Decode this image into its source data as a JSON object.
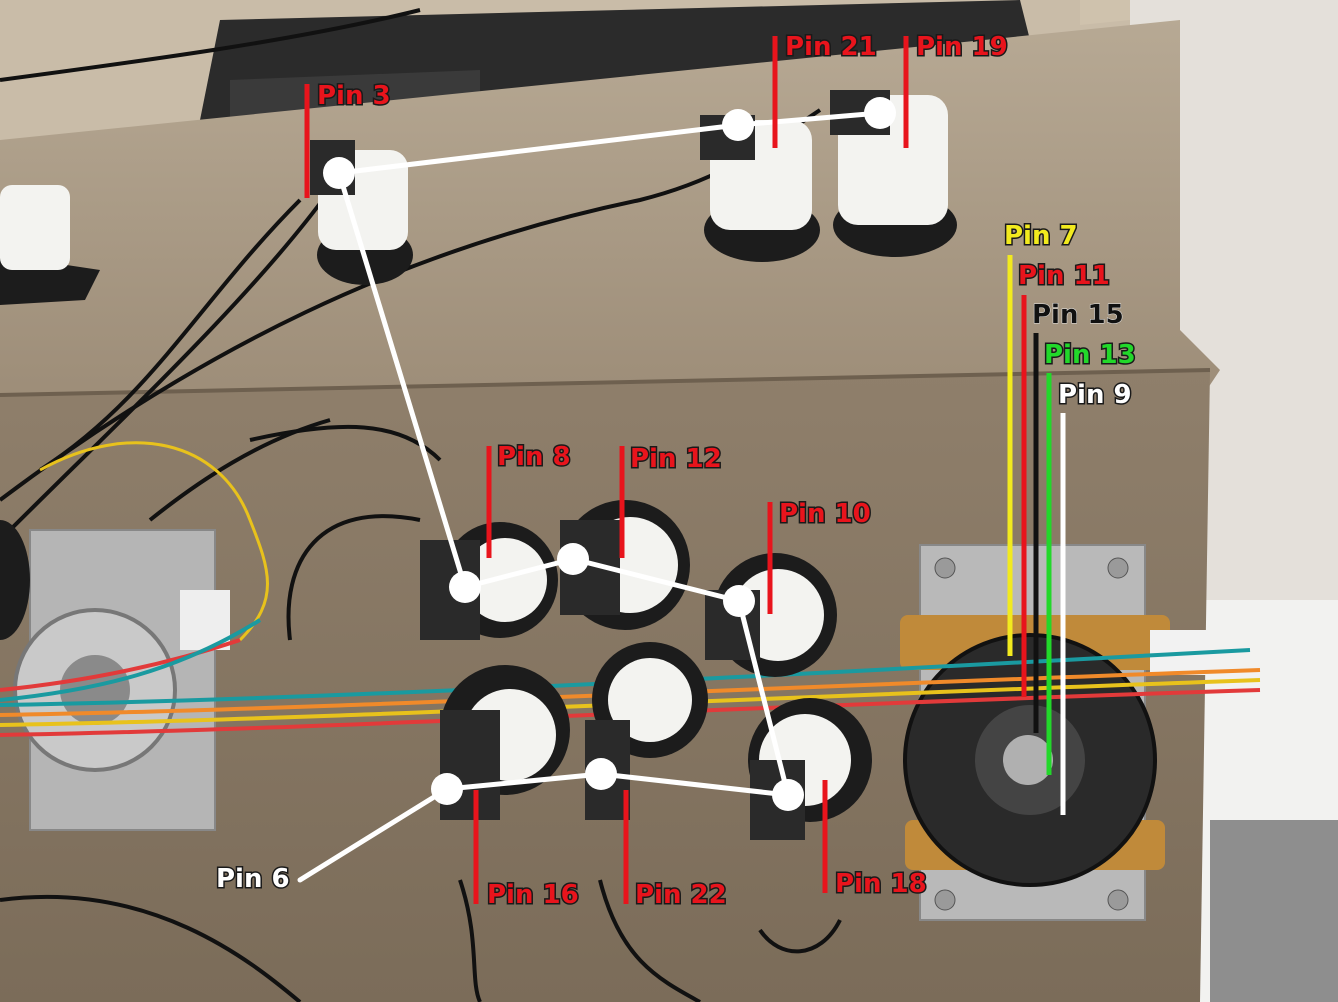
{
  "photo": {
    "subject": "arcade control panel wiring with buttons and joystick",
    "colors": {
      "wood_top": "#a59682",
      "wood_panel": "#8a7a66",
      "wire_white": "#ffffff",
      "marker_red": "#e8141c",
      "marker_yellow": "#f2ea1e",
      "marker_black": "#111111",
      "marker_green": "#22d82a",
      "marker_white": "#ffffff"
    }
  },
  "pins": {
    "pin3": "Pin 3",
    "pin21": "Pin 21",
    "pin19": "Pin 19",
    "pin7": "Pin 7",
    "pin11": "Pin 11",
    "pin15": "Pin 15",
    "pin13": "Pin 13",
    "pin9": "Pin 9",
    "pin8": "Pin 8",
    "pin12": "Pin 12",
    "pin10": "Pin 10",
    "pin6": "Pin 6",
    "pin16": "Pin 16",
    "pin22": "Pin 22",
    "pin18": "Pin 18"
  }
}
